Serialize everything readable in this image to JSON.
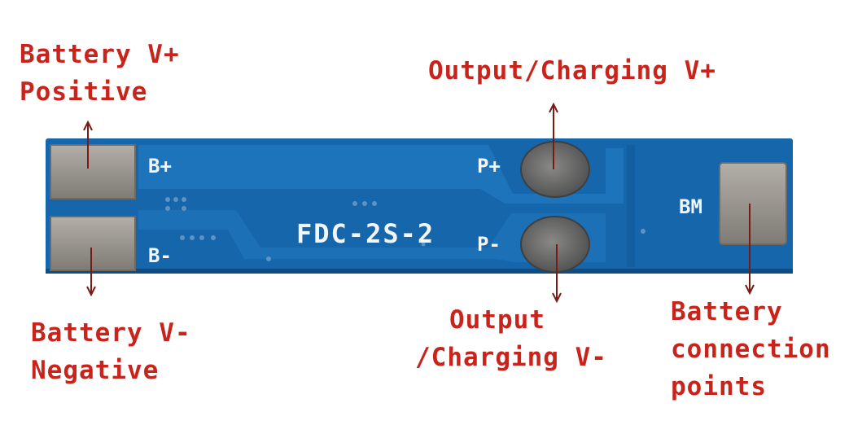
{
  "labels": {
    "battery_pos": [
      "Battery V+",
      "Positive"
    ],
    "battery_neg": [
      "Battery V-",
      "Negative"
    ],
    "output_pos": "Output/Charging V+",
    "output_neg": [
      "Output",
      "/Charging V-"
    ],
    "bm_points": [
      "Battery",
      "connection",
      "points"
    ]
  },
  "board": {
    "model": "FDC-2S-2",
    "pad_b_plus": "B+",
    "pad_b_minus": "B-",
    "pad_p_plus": "P+",
    "pad_p_minus": "P-",
    "pad_bm": "BM"
  },
  "colors": {
    "pcb": "#1565a8",
    "pcb_dark": "#0e4f88",
    "pad": "#9a9690",
    "label": "#c8241c",
    "arrow": "#7a1a14"
  }
}
